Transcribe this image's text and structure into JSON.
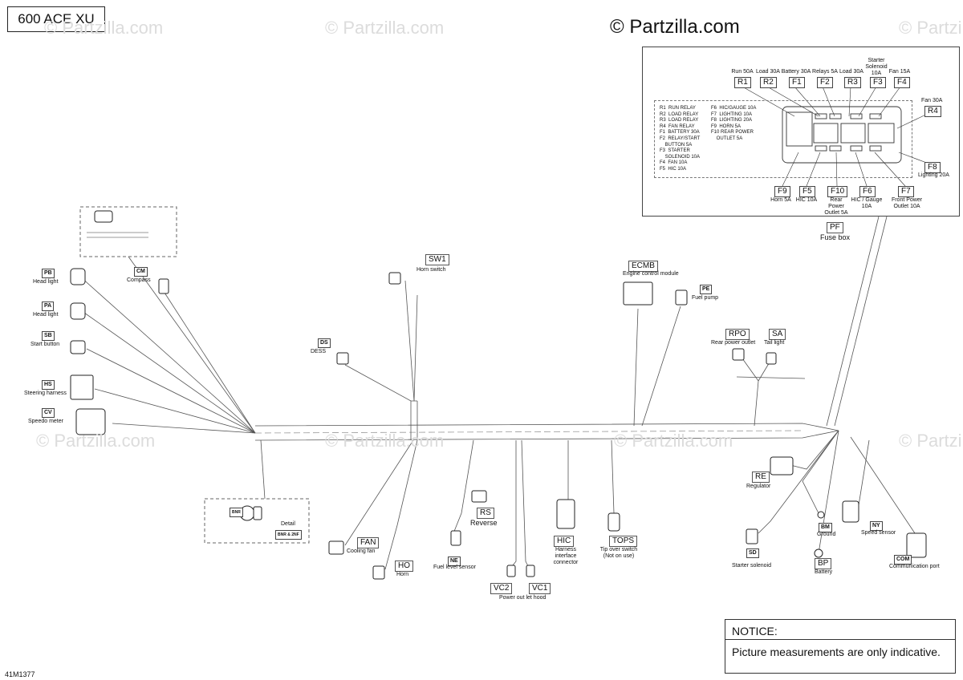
{
  "header": {
    "model": "600 ACE XU",
    "brand": "© Partzilla.com",
    "watermark": "© Partzilla.com",
    "drawing_code": "41M1377"
  },
  "notice": {
    "title": "NOTICE:",
    "text": "Picture measurements are only indicative."
  },
  "fusebox": {
    "code": "PF",
    "name": "Fuse box",
    "top_labels": [
      {
        "code": "R1",
        "label": "Run 50A"
      },
      {
        "code": "R2",
        "label": "Load 30A"
      },
      {
        "code": "F1",
        "label": "Battery 30A"
      },
      {
        "code": "F2",
        "label": "Relays 5A"
      },
      {
        "code": "R3",
        "label": "Load 30A"
      },
      {
        "code": "F3",
        "label": "Starter Solenoid 10A"
      },
      {
        "code": "F4",
        "label": "Fan 15A"
      }
    ],
    "right_labels": [
      {
        "code": "R4",
        "label": "Fan 30A"
      },
      {
        "code": "F8",
        "label": "Lighting 20A"
      }
    ],
    "bottom_labels": [
      {
        "code": "F9",
        "label": "Horn 5A"
      },
      {
        "code": "F5",
        "label": "HIC 10A"
      },
      {
        "code": "F10",
        "label": "Rear Power Outlet 5A"
      },
      {
        "code": "F6",
        "label": "HIC / Gauge 10A"
      },
      {
        "code": "F7",
        "label": "Front Power Outlet 10A"
      }
    ],
    "legend_left": "R1  RUN RELAY\nR2  LOAD RELAY\nR3  LOAD RELAY\nR4  FAN RELAY\nF1  BATTERY 30A\nF2  RELAY/START\n    BUTTON 5A\nF3  STARTER\n    SOLENOID 10A\nF4  FAN 10A\nF5  HIC 10A",
    "legend_right": "F6  HIC/GAUGE 10A\nF7  LIGHTING 10A\nF8  LIGHTING 20A\nF9  HORN 5A\nF10 REAR POWER\n    OUTLET 5A"
  },
  "components": {
    "compass": {
      "code": "CM",
      "label": "Compass"
    },
    "headlight_b": {
      "code": "PB",
      "label": "Head light"
    },
    "headlight_a": {
      "code": "PA",
      "label": "Head light"
    },
    "start_button": {
      "code": "SB",
      "label": "Start button"
    },
    "steering_harness": {
      "code": "HS",
      "label": "Steering harness"
    },
    "speedo": {
      "code": "CV",
      "label": "Speedo meter"
    },
    "dess": {
      "code": "DS",
      "label": "DESS"
    },
    "horn_switch": {
      "code": "SW1",
      "label": "Horn switch"
    },
    "ecm": {
      "code": "ECMB",
      "label": "Engine control module"
    },
    "fuel_pump": {
      "code": "PE",
      "label": "Fuel pump"
    },
    "rear_outlet": {
      "code": "RPO",
      "label": "Rear power outlet"
    },
    "tail_light": {
      "code": "SA",
      "label": "Tail light"
    },
    "detail": {
      "label": "Detail",
      "codes": "BNR & 2NF",
      "code": "BNR"
    },
    "cooling_fan": {
      "code": "FAN",
      "label": "Cooling fan"
    },
    "horn": {
      "code": "HO",
      "label": "Horn"
    },
    "fuel_level": {
      "code": "NE",
      "label": "Fuel level sensor"
    },
    "reverse": {
      "code": "RS",
      "label": "Reverse"
    },
    "power_outlet": {
      "code1": "VC2",
      "code2": "VC1",
      "label": "Power out let hood"
    },
    "hic": {
      "code": "HIC",
      "label": "Harness interface connector"
    },
    "tops": {
      "code": "TOPS",
      "label": "Tip over switch (Not on use)"
    },
    "regulator": {
      "code": "RE",
      "label": "Regulator"
    },
    "ground": {
      "code": "BM",
      "label": "Ground"
    },
    "speed_sensor": {
      "code": "NY",
      "label": "Speed sensor"
    },
    "starter_solenoid": {
      "code": "SD",
      "label": "Starter solenoid"
    },
    "battery": {
      "code": "BP",
      "label": "Battery"
    },
    "comm_port": {
      "code": "COM",
      "label": "Communication port"
    }
  }
}
